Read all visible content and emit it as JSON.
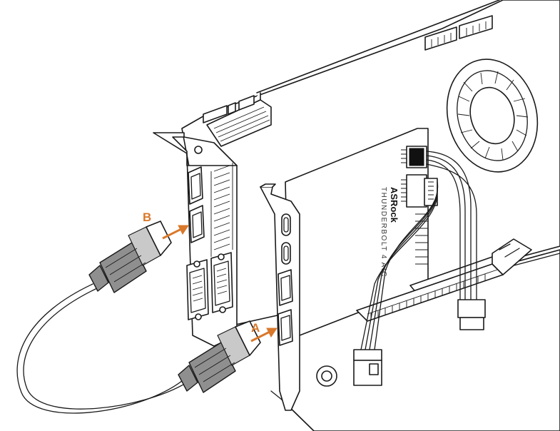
{
  "labels": {
    "callout_a": "A",
    "callout_b": "B",
    "brand": "ASRock",
    "product": "THUNDERBOLT 4 AIC"
  },
  "colors": {
    "callout": "#d9782a",
    "cable_body": "#8f8f8f",
    "line": "#1a1a1a"
  }
}
